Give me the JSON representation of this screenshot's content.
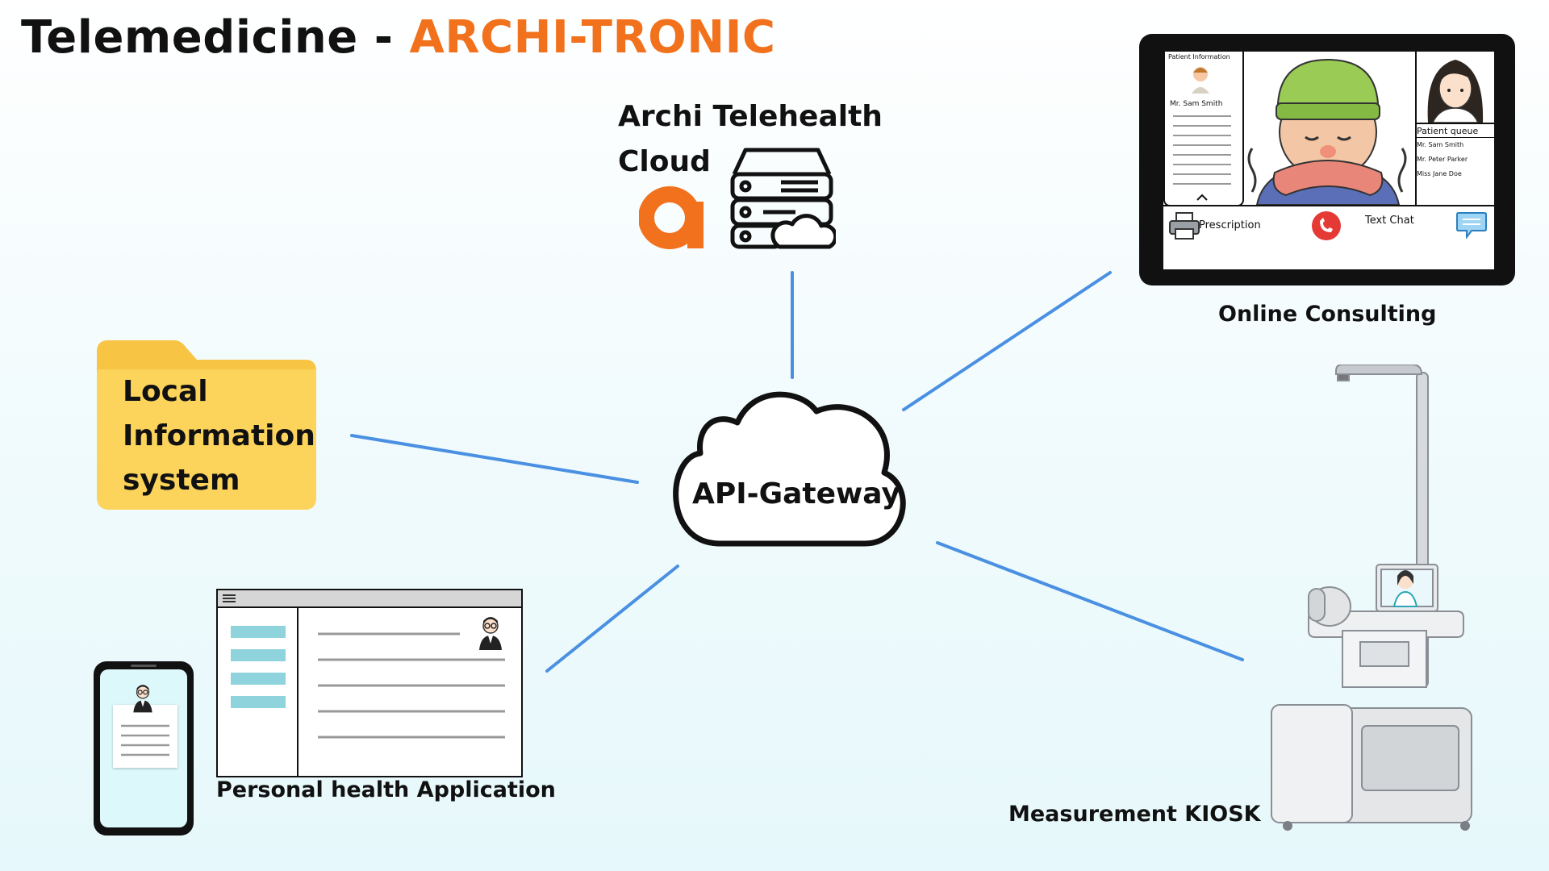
{
  "title": {
    "main": "Telemedicine - ",
    "brand": "ARCHI-TRONIC"
  },
  "colors": {
    "brand": "#f2711c",
    "link": "#4a90e2",
    "folder": "#fcd45c",
    "folder_tab": "#f7c443",
    "nav_bar": "#8fd3dc"
  },
  "cloud_service": {
    "line1": "Archi Telehealth",
    "line2": "Cloud",
    "logo_icon": "archi-a-logo-icon",
    "server_icon": "server-cloud-icon"
  },
  "gateway": {
    "label": "API-Gateway"
  },
  "local_system": {
    "lines": [
      "Local",
      "Information",
      "system"
    ]
  },
  "online_consulting": {
    "label": "Online Consulting",
    "patient_info_title": "Patient Information",
    "patient_name": "Mr. Sam Smith",
    "queue_title": "Patient queue",
    "queue": [
      "Mr. Sam Smith",
      "Mr. Peter Parker",
      "Miss Jane Doe"
    ],
    "prescription_label": "Prescription",
    "text_chat_label": "Text Chat"
  },
  "personal_app": {
    "label": "Personal health Application"
  },
  "kiosk": {
    "label": "Measurement KIOSK"
  }
}
